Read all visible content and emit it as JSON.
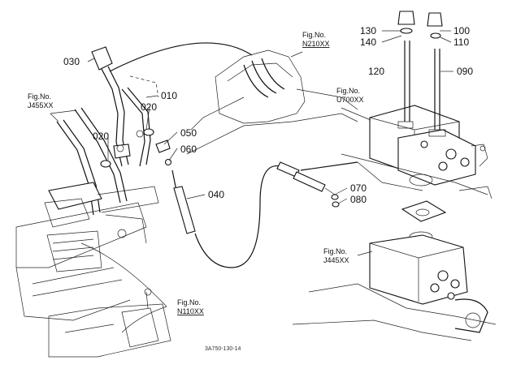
{
  "parts": {
    "p030": "030",
    "p010": "010",
    "p020a": "020",
    "p020b": "020",
    "p050": "050",
    "p060": "060",
    "p040": "040",
    "p070": "070",
    "p080": "080",
    "p130": "130",
    "p140": "140",
    "p100": "100",
    "p110": "110",
    "p120": "120",
    "p090": "090"
  },
  "figrefs": {
    "n210_label": "Fig.No.",
    "n210_code": "N210XX",
    "j455_label": "Fig.No.",
    "j455_code": "J455XX",
    "u700_label": "Fig.No.",
    "u700_code": "U700XX",
    "j445_label": "Fig.No.",
    "j445_code": "J445XX",
    "n110_label": "Fig.No.",
    "n110_code": "N110XX"
  },
  "drawing_code": "3A750-130-14"
}
